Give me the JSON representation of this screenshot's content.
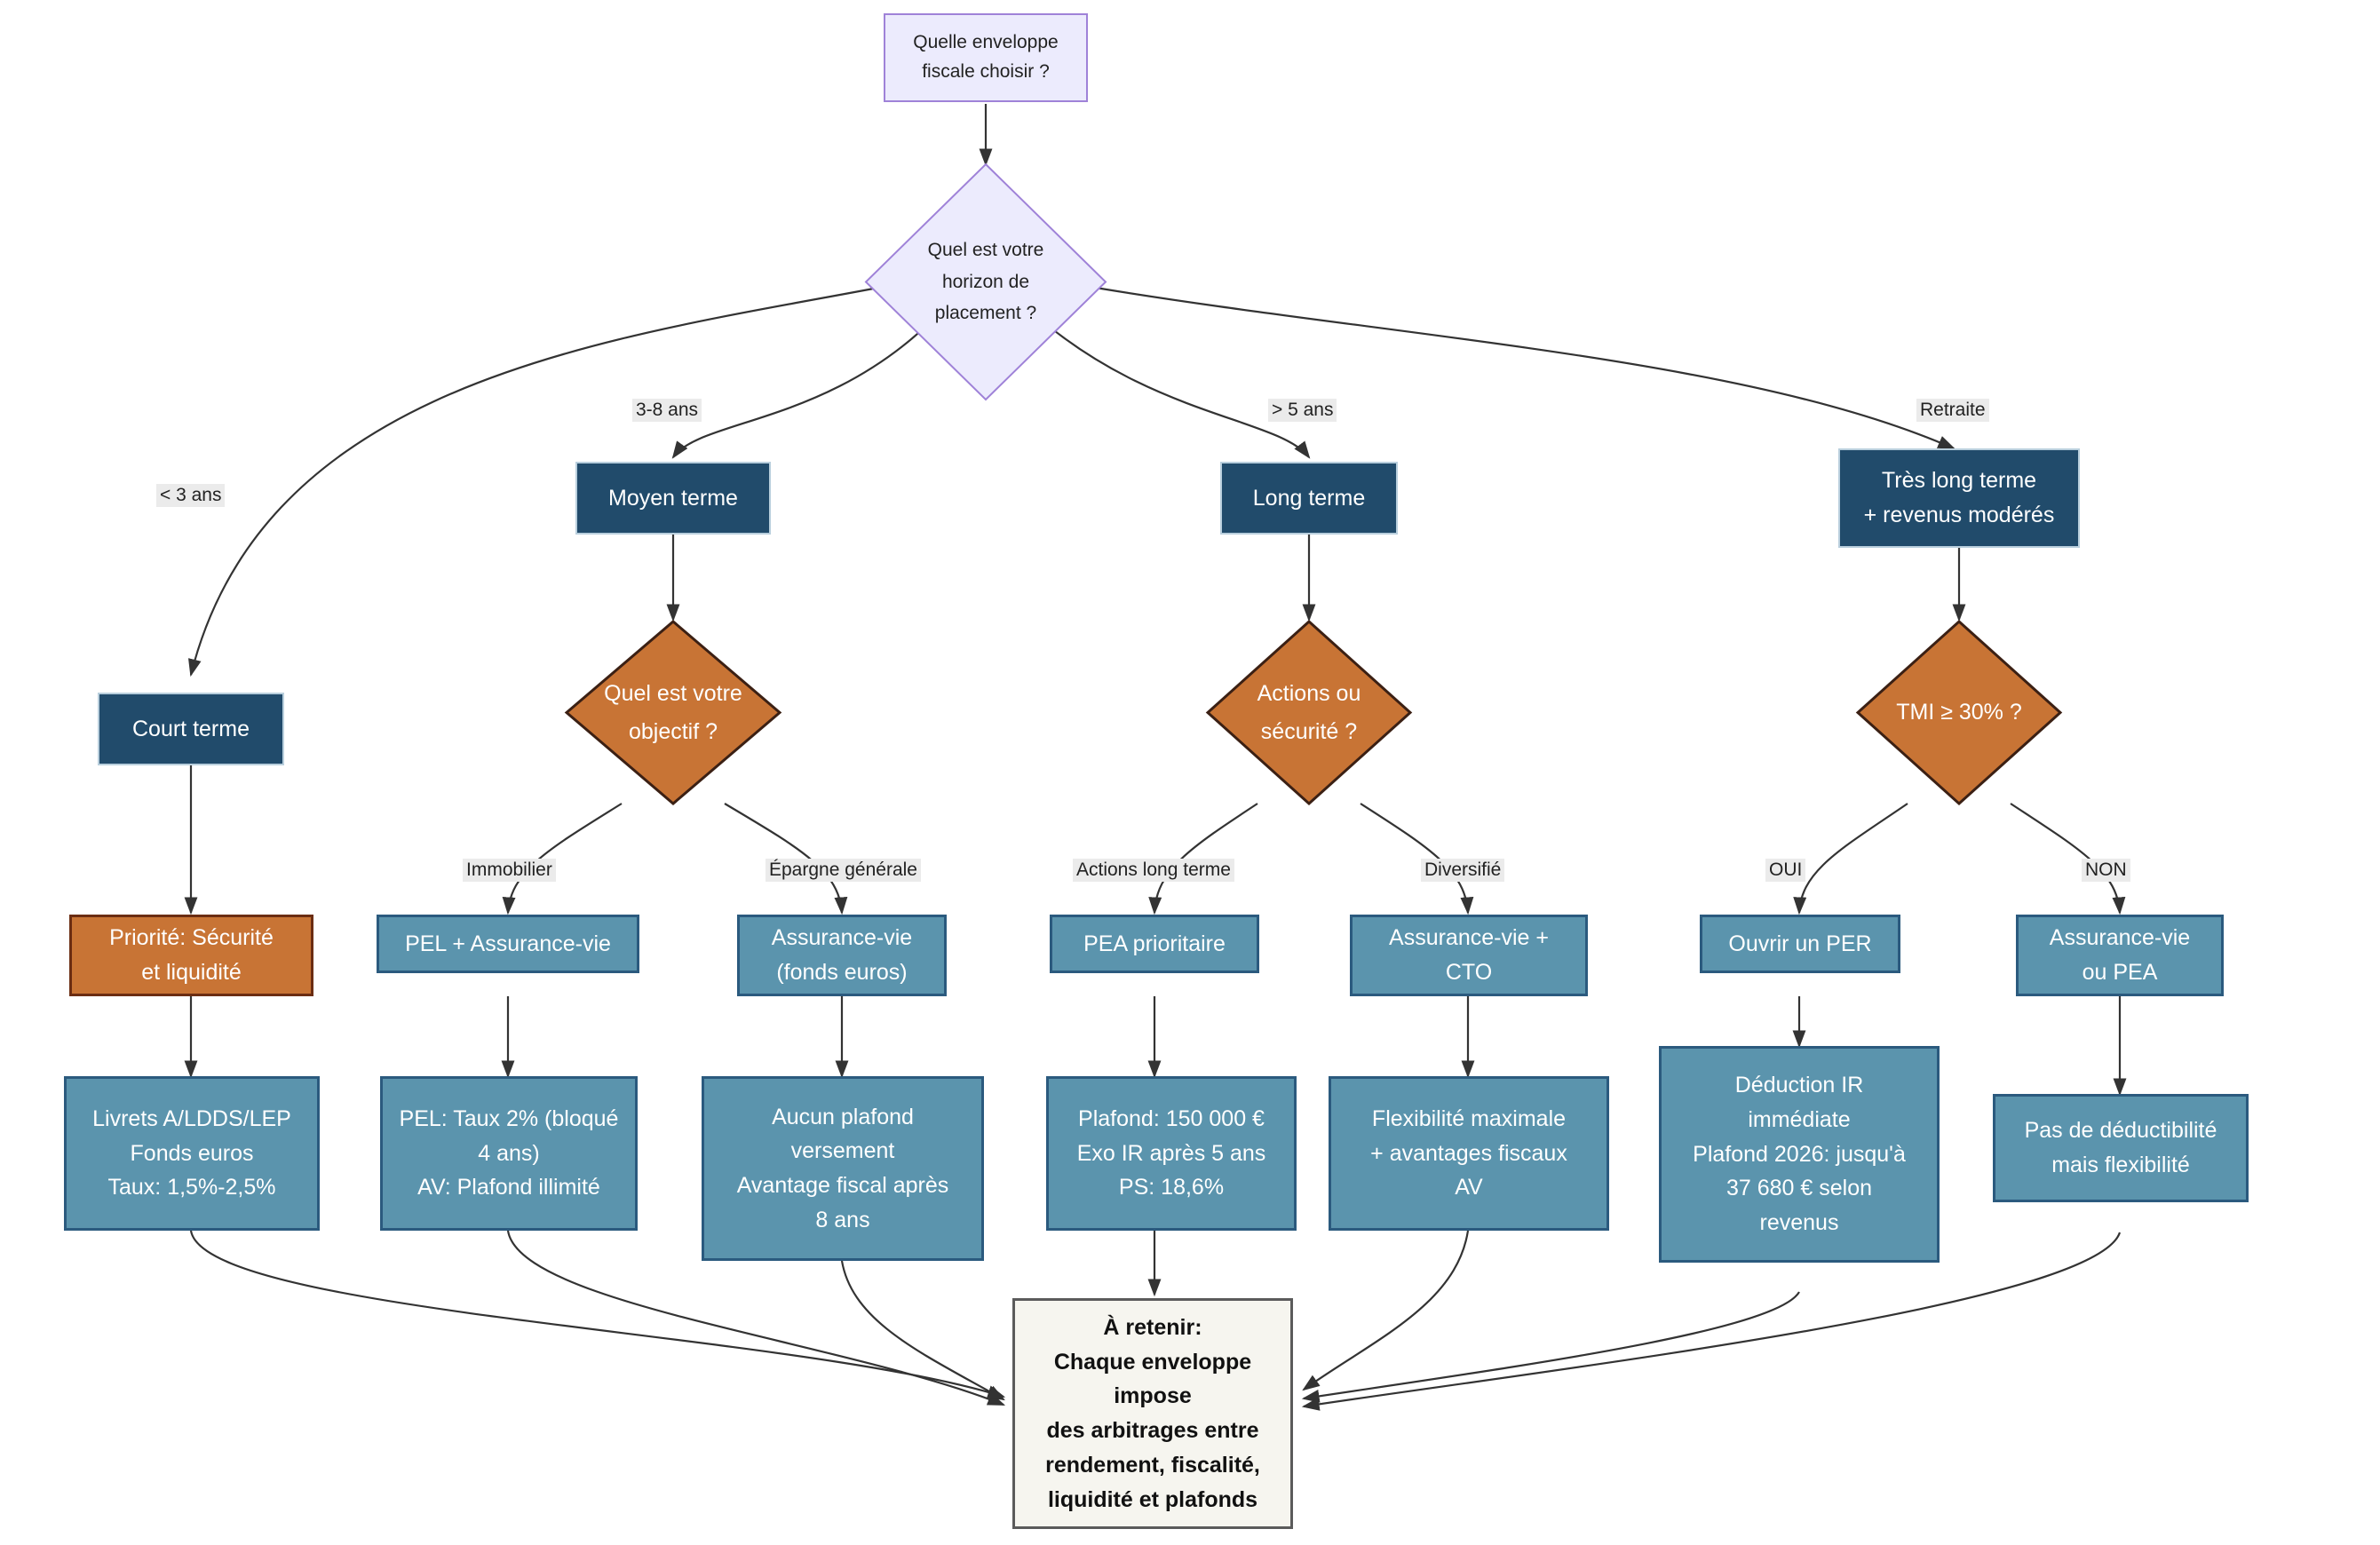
{
  "diagram": {
    "title": "Quelle enveloppe fiscale choisir ?",
    "colors": {
      "start_fill": "#ecebfd",
      "start_border": "#9f82d8",
      "process_fill": "#214b6b",
      "leaf_fill": "#5b94ad",
      "leaf_border": "#2b5a7e",
      "decision_fill": "#c87435",
      "note_fill": "#f6f5ef",
      "edge": "#333333"
    },
    "nodes": {
      "start": "Quelle enveloppe\nfiscale choisir ?",
      "horizon": "Quel est votre\nhorizon de\nplacement ?",
      "court_terme": "Court terme",
      "moyen_terme": "Moyen terme",
      "long_terme": "Long terme",
      "tres_long_terme": "Très long terme\n+ revenus modérés",
      "objectif": "Quel est votre\nobjectif ?",
      "actions_securite": "Actions ou\nsécurité ?",
      "tmi": "TMI ≥ 30% ?",
      "priorite": "Priorité: Sécurité\net liquidité",
      "pel_av": "PEL + Assurance-vie",
      "av_fonds": "Assurance-vie\n(fonds euros)",
      "pea_prioritaire": "PEA prioritaire",
      "av_cto": "Assurance-vie +\nCTO",
      "ouvrir_per": "Ouvrir un PER",
      "av_ou_pea": "Assurance-vie\nou PEA",
      "livrets": "Livrets A/LDDS/LEP\nFonds euros\nTaux: 1,5%-2,5%",
      "pel_detail": "PEL: Taux 2% (bloqué\n4 ans)\nAV: Plafond illimité",
      "aucun_plafond": "Aucun plafond\nversement\nAvantage fiscal après\n8 ans",
      "plafond_pea": "Plafond: 150 000 €\nExo IR après 5 ans\nPS: 18,6%",
      "flexibilite": "Flexibilité maximale\n+ avantages fiscaux\nAV",
      "deduction_ir": "Déduction IR\nimmédiate\nPlafond 2026: jusqu'à\n37 680 € selon\nrevenus",
      "pas_deductibilite": "Pas de déductibilité\nmais flexibilité",
      "note": "À retenir:\nChaque enveloppe impose\ndes arbitrages entre\nrendement, fiscalité,\nliquidité et plafonds"
    },
    "edge_labels": {
      "moins_3_ans": "< 3 ans",
      "trois_huit_ans": "3-8 ans",
      "plus_5_ans": "> 5 ans",
      "retraite": "Retraite",
      "immobilier": "Immobilier",
      "epargne_generale": "Épargne générale",
      "actions_long_terme": "Actions long terme",
      "diversifie": "Diversifié",
      "oui": "OUI",
      "non": "NON"
    }
  }
}
